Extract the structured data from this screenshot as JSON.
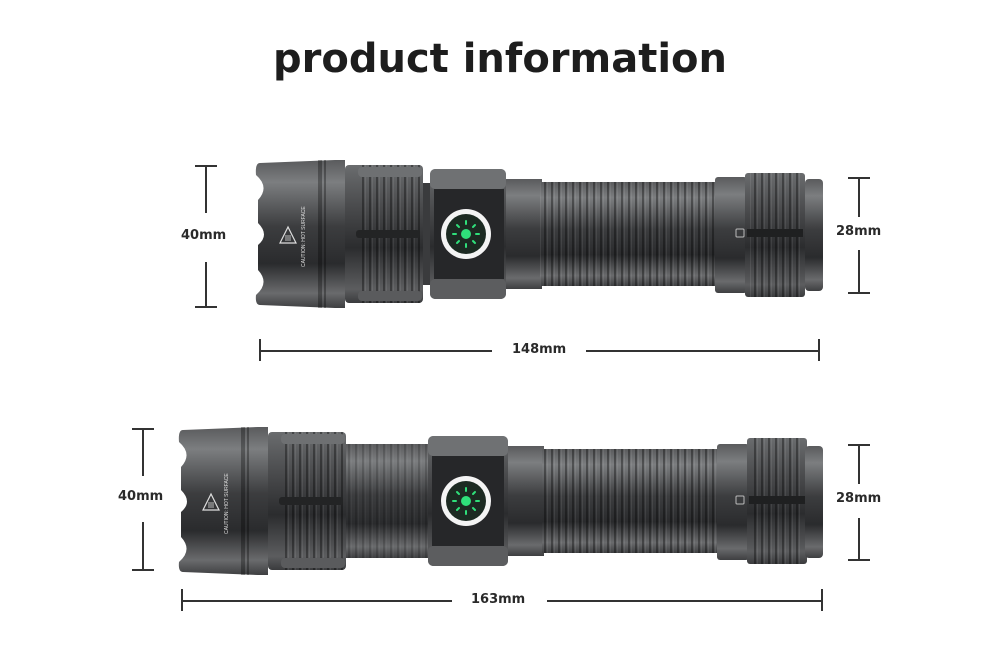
{
  "title": "product information",
  "product_1": {
    "head_diameter": "40mm",
    "tail_diameter": "28mm",
    "length": "148mm",
    "warning_label": "CAUTION: HOT SURFACE",
    "switch_color": "#2fe07a"
  },
  "product_2": {
    "head_diameter": "40mm",
    "tail_diameter": "28mm",
    "length": "163mm",
    "warning_label": "CAUTION: HOT SURFACE",
    "switch_color": "#2fe07a"
  }
}
